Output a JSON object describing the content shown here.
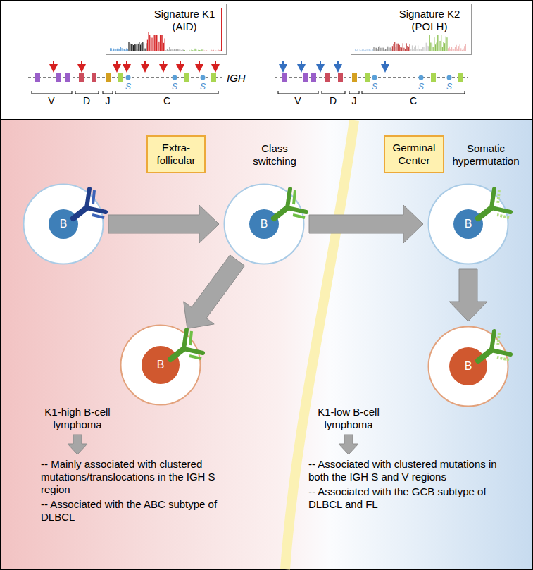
{
  "diagram": {
    "nodes": [
      {
        "text": [
          "Signature K1 (AID)"
        ]
      },
      {
        "text": [
          "Signature K2 (POLH)"
        ]
      },
      {
        "text": [
          "Extra-follicular"
        ]
      },
      {
        "text": [
          "Germinal Center"
        ]
      },
      {
        "text": [
          "B"
        ]
      },
      {
        "text": [
          "Class switching",
          "B"
        ]
      },
      {
        "text": [
          "Somatic hypermutation",
          "B"
        ]
      },
      {
        "text": [
          "B"
        ]
      },
      {
        "text": [
          "B"
        ]
      }
    ],
    "edges": [
      {
        "from": 4,
        "to": 5,
        "arrow": "to"
      },
      {
        "from": 5,
        "to": 6,
        "arrow": "to"
      },
      {
        "from": 5,
        "to": 7,
        "arrow": "to"
      },
      {
        "from": 6,
        "to": 8,
        "arrow": "to"
      }
    ],
    "labels": [
      "IGH",
      "V",
      "D",
      "J",
      "C",
      "S",
      "S",
      "S",
      "V",
      "D",
      "J",
      "C",
      "S",
      "S",
      "S",
      "K1-high B-cell lymphoma",
      "-- Mainly associated with clustered mutations/translocations in the IGH S region",
      "-- Associated with the ABC subtype of DLBCL",
      "K1-low B-cell lymphoma",
      "-- Associated with clustered mutations in both the IGH S and V regions",
      "-- Associated with the GCB subtype of DLBCL and FL"
    ]
  }
}
